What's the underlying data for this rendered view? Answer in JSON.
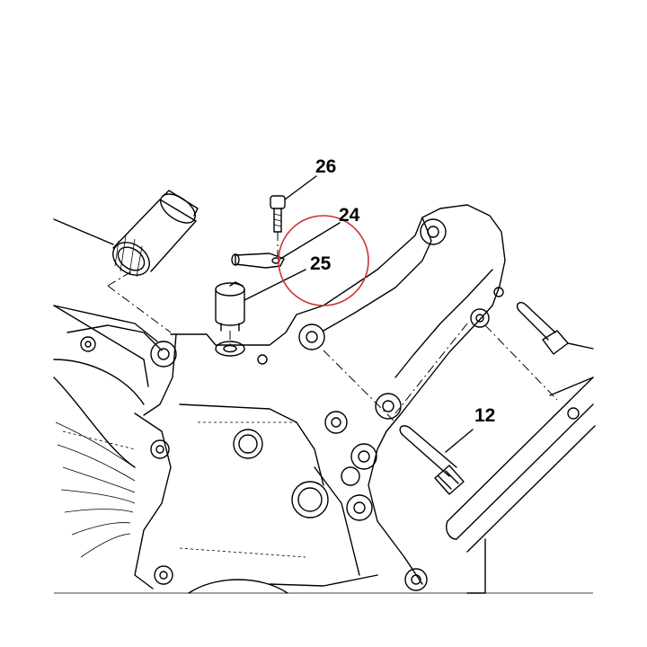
{
  "callouts": [
    {
      "id": "c26",
      "text": "26"
    },
    {
      "id": "c24",
      "text": "24"
    },
    {
      "id": "c25",
      "text": "25"
    },
    {
      "id": "c12",
      "text": "12"
    }
  ],
  "highlight_color": "#cc3333"
}
